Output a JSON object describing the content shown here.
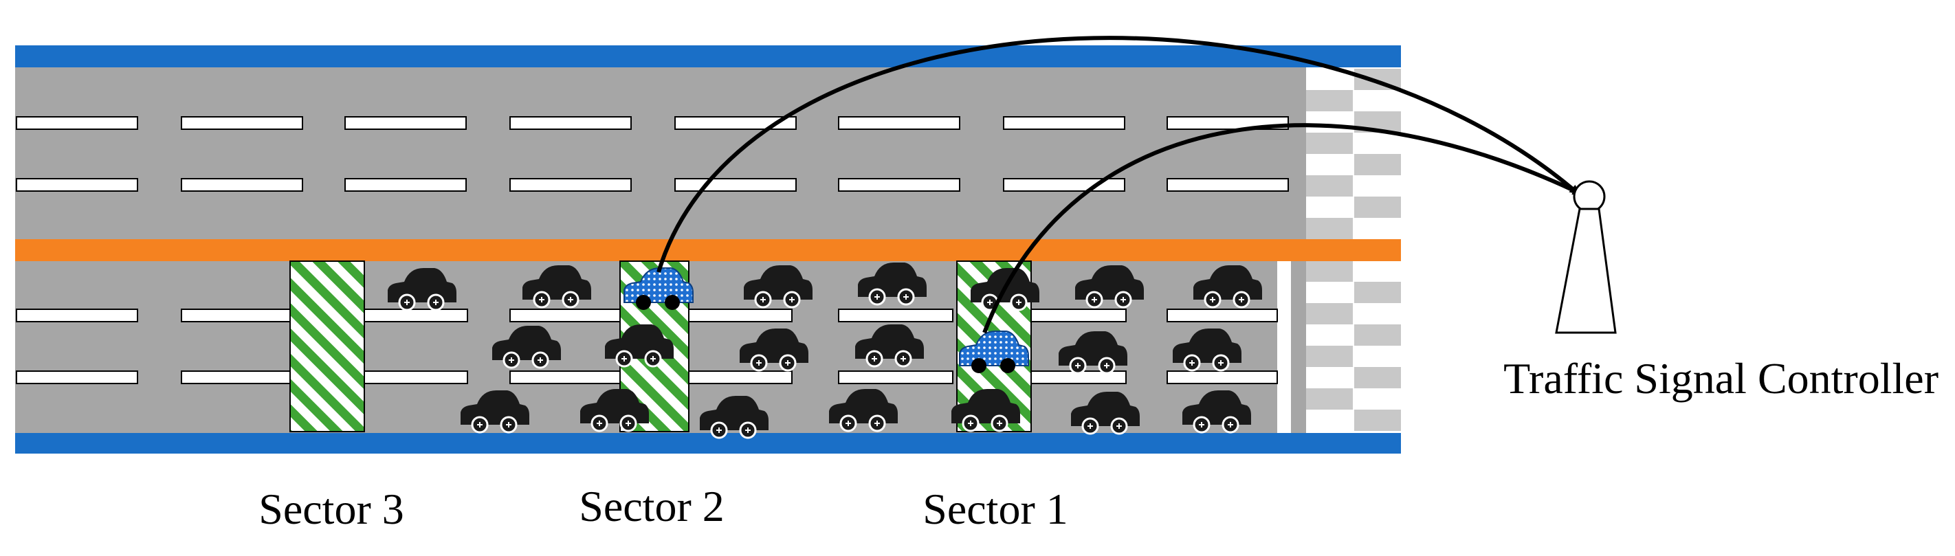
{
  "labels": {
    "controller": "Traffic Signal Controller",
    "sectors": [
      "Sector 3",
      "Sector 2",
      "Sector 1"
    ]
  },
  "colors": {
    "road": "#a6a6a6",
    "edge": "#1a6fc7",
    "median": "#f58220",
    "lane_marking": "#ffffff",
    "car": "#1a1a1a",
    "connected_car": "#1f6fd1",
    "sector_stripe": "#3fa535",
    "crosswalk_light": "#c8c8c8"
  },
  "icons": [
    "car-icon",
    "connected-car-icon",
    "traffic-signal-controller-icon"
  ]
}
